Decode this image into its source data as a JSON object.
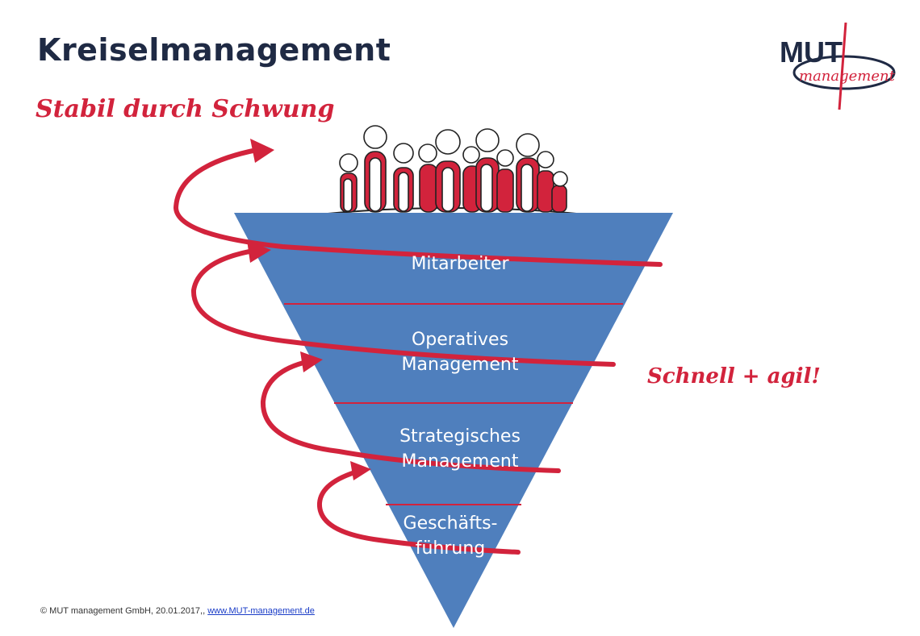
{
  "title": "Kreiselmanagement",
  "subtitle": "Stabil durch Schwung",
  "side_note": "Schnell + agil!",
  "logo": {
    "word_main": "MUT",
    "word_sub": "management"
  },
  "pyramid": {
    "levels": [
      {
        "label": "Mitarbeiter"
      },
      {
        "label": "Operatives\nManagement"
      },
      {
        "label": "Strategisches\nManagement"
      },
      {
        "label": "Geschäfts-\nführung"
      }
    ]
  },
  "footer": {
    "text": "© MUT management GmbH, 20.01.2017,, ",
    "link": "www.MUT-management.de"
  },
  "colors": {
    "title": "#1f2a44",
    "accent_red": "#d2233c",
    "pyramid_blue": "#4f7fbd",
    "divider_red": "#d2233c"
  },
  "icons": [
    "people-group-icon",
    "spiral-arrow-icon",
    "logo-swoosh-icon"
  ]
}
